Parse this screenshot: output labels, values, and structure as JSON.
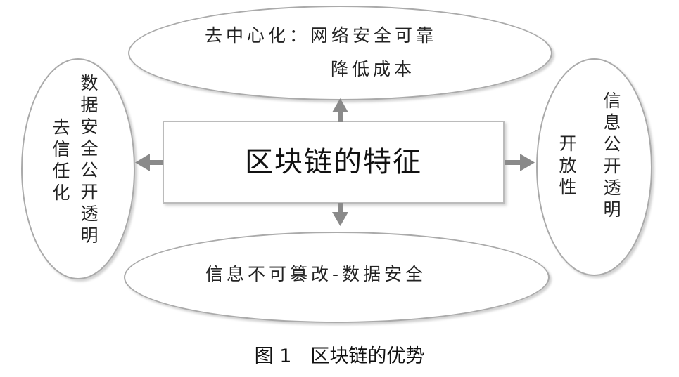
{
  "center": {
    "title": "区块链的特征"
  },
  "top": {
    "line1": "去中心化：网络安全可靠",
    "line2": "降低成本"
  },
  "bottom": {
    "text": "信息不可篡改-数据安全"
  },
  "left": {
    "col1": "去信任化",
    "col2": "数据安全公开透明"
  },
  "right": {
    "col1": "开放性",
    "col2": "信息公开透明"
  },
  "caption": "图 1　区块链的优势",
  "colors": {
    "arrow": "#8a8a8a",
    "border": "#aaaaaa",
    "text": "#222222"
  }
}
